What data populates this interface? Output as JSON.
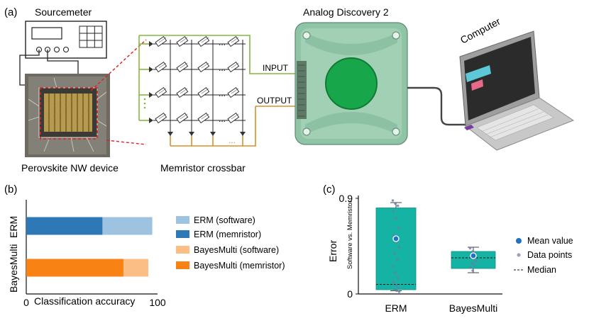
{
  "panel_a": {
    "label": "(a)",
    "sourcemeter_label": "Sourcemeter",
    "device_label": "Perovskite NW device",
    "crossbar_label": "Memristor crossbar",
    "input_label": "INPUT",
    "output_label": "OUTPUT",
    "analog_label": "Analog Discovery 2",
    "computer_label": "Computer",
    "dots": "...",
    "colors": {
      "input_wire": "#86b83f",
      "output_wire": "#d9902a",
      "board": "#8fc4a6",
      "board_center": "#17a64a",
      "laptop_body": "#c8c8c8"
    }
  },
  "panel_b": {
    "label": "(b)",
    "ylabel_erm": "ERM",
    "ylabel_bayes": "BayesMulti",
    "xlabel": "Classification accuracy",
    "legend": [
      "ERM (software)",
      "ERM (memristor)",
      "BayesMulti (software)",
      "BayesMulti (memristor)"
    ]
  },
  "panel_c": {
    "label": "(c)",
    "ylabel": "Error",
    "ylabel_sub": "Software vs. Memristor",
    "legend": [
      "Mean value",
      "Data points",
      "Median"
    ]
  },
  "chart_data": [
    {
      "type": "bar",
      "orientation": "horizontal",
      "categories": [
        "ERM",
        "BayesMulti"
      ],
      "series": [
        {
          "name": "ERM (software)",
          "values": [
            96,
            null
          ],
          "color": "#9ec3e0"
        },
        {
          "name": "ERM (memristor)",
          "values": [
            58,
            null
          ],
          "color": "#2f78b7"
        },
        {
          "name": "BayesMulti (software)",
          "values": [
            null,
            93
          ],
          "color": "#fbbf85"
        },
        {
          "name": "BayesMulti (memristor)",
          "values": [
            null,
            74
          ],
          "color": "#f88314"
        }
      ],
      "xlabel": "Classification accuracy",
      "xticks": [
        "0",
        "100"
      ],
      "xlim": [
        0,
        100
      ],
      "legend_position": "right"
    },
    {
      "type": "box",
      "categories": [
        "ERM",
        "BayesMulti"
      ],
      "boxes": [
        {
          "category": "ERM",
          "q1": 0.04,
          "median": 0.09,
          "q3": 0.81,
          "mean": 0.52,
          "whisker_low": 0.03,
          "whisker_high": 0.86,
          "color": "#14b3a3",
          "points": [
            0.88,
            0.85,
            0.83,
            0.78,
            0.71,
            0.62,
            0.55,
            0.49,
            0.44,
            0.38,
            0.32,
            0.26,
            0.2,
            0.15,
            0.11,
            0.08,
            0.06,
            0.04,
            0.03,
            0.02
          ]
        },
        {
          "category": "BayesMulti",
          "q1": 0.24,
          "median": 0.34,
          "q3": 0.4,
          "mean": 0.36,
          "whisker_low": 0.2,
          "whisker_high": 0.44,
          "color": "#14b3a3",
          "points": [
            0.43,
            0.4,
            0.38,
            0.37,
            0.36,
            0.35,
            0.34,
            0.33,
            0.31,
            0.29,
            0.27,
            0.25,
            0.22
          ]
        }
      ],
      "ylabel": "Error",
      "yticks": [
        "0",
        "0.9"
      ],
      "ylim": [
        0,
        0.9
      ],
      "legend_position": "right"
    }
  ]
}
